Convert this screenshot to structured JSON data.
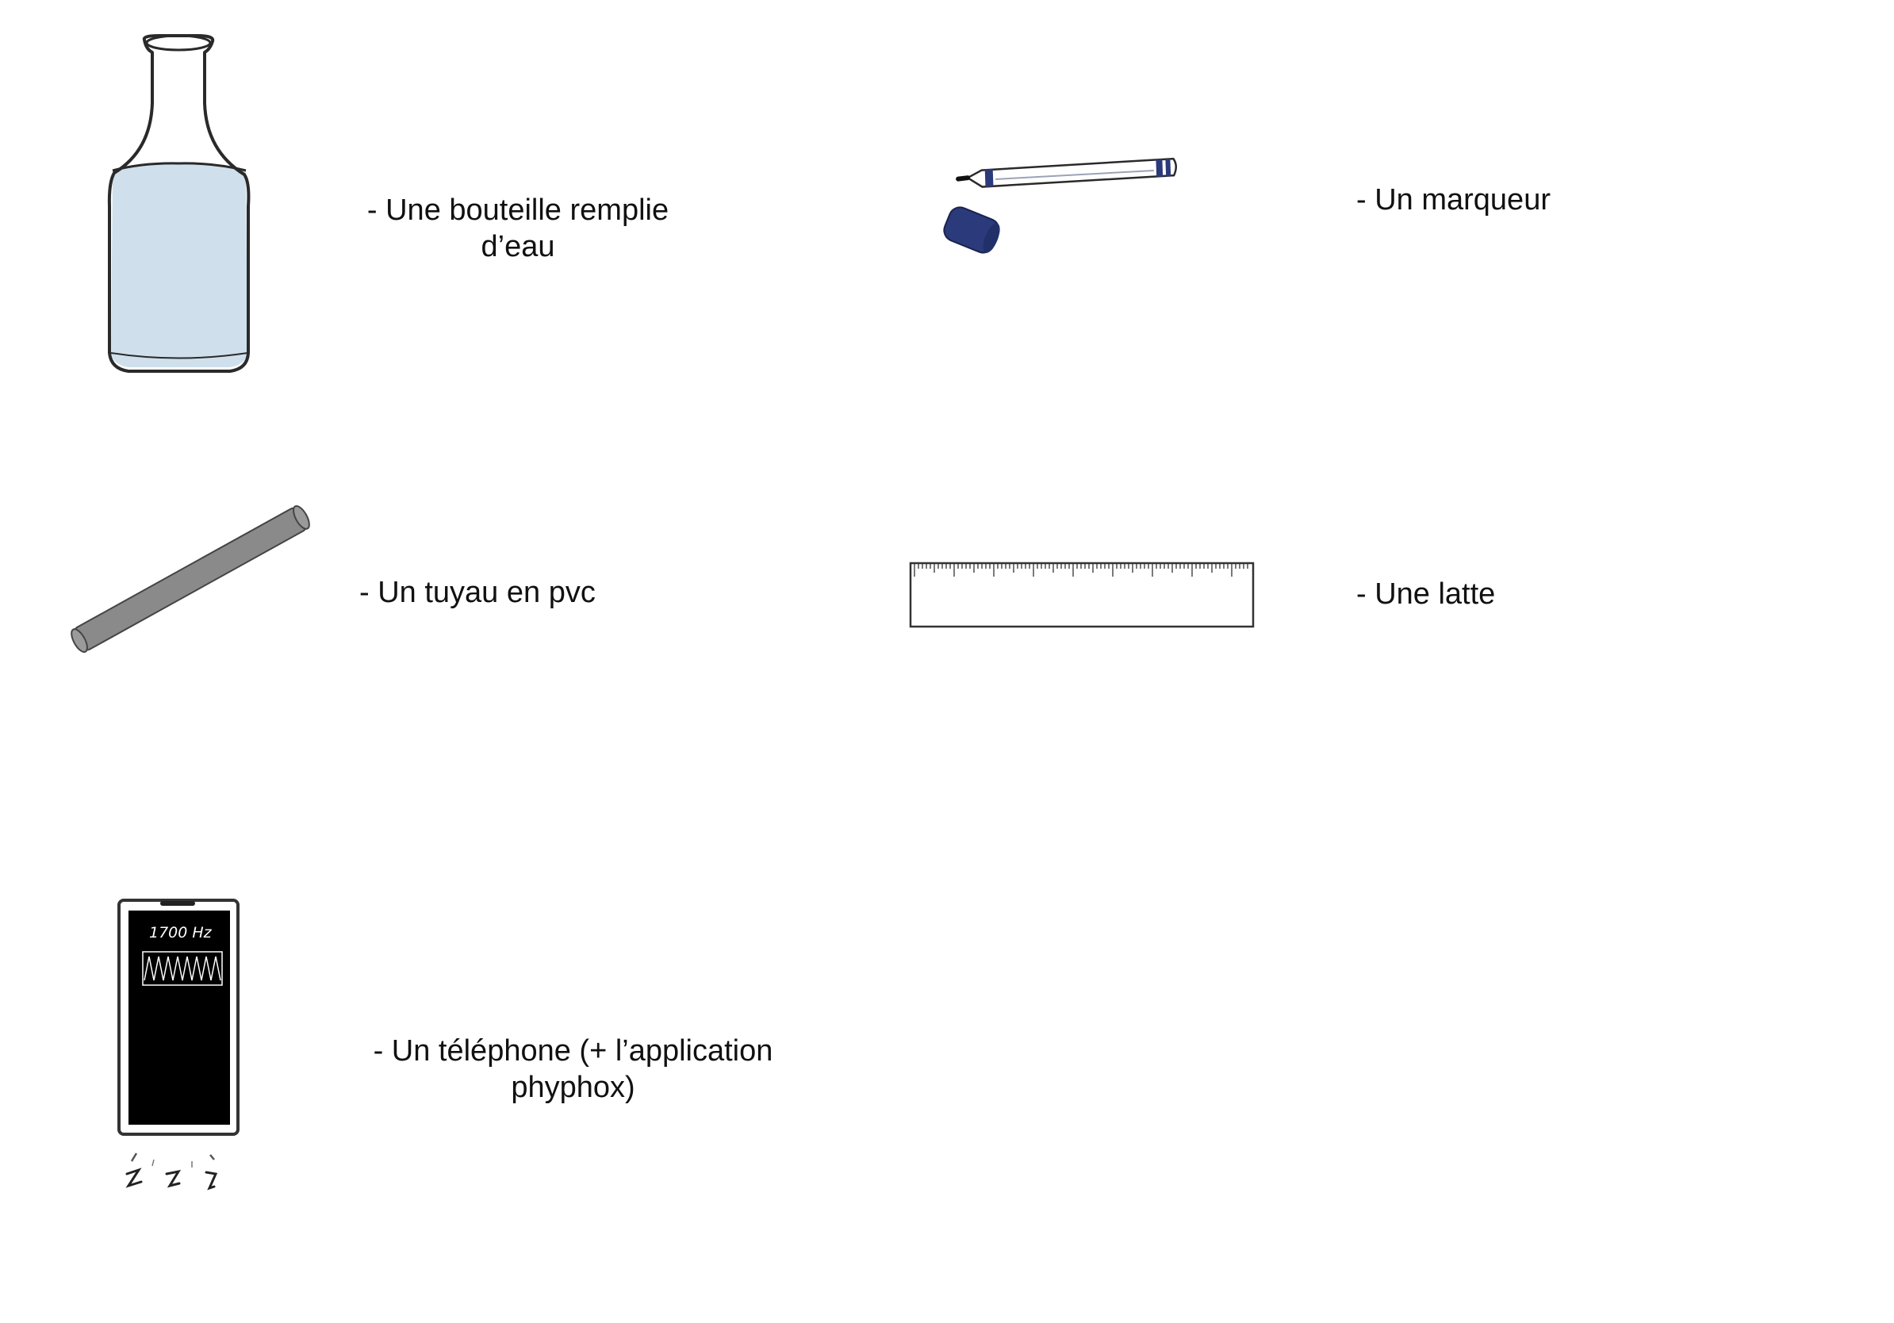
{
  "items": [
    {
      "id": "bottle",
      "label_line1": "- Une bouteille remplie",
      "label_line2": "d’eau"
    },
    {
      "id": "marker",
      "label": "- Un marqueur"
    },
    {
      "id": "tube",
      "label": "- Un tuyau en pvc"
    },
    {
      "id": "ruler",
      "label": "- Une latte"
    },
    {
      "id": "phone",
      "label_line1": "- Un téléphone (+ l’application",
      "label_line2": "phyphox)",
      "screen_text": "1700 Hz"
    }
  ],
  "colors": {
    "water": "#cfe0ec",
    "marker_cap": "#2b3a7a",
    "tube": "#8a8a8a",
    "phone_screen": "#000000",
    "outline": "#2a2a2a"
  },
  "icons": [
    "bottle-icon",
    "marker-icon",
    "tube-icon",
    "ruler-icon",
    "phone-icon"
  ]
}
